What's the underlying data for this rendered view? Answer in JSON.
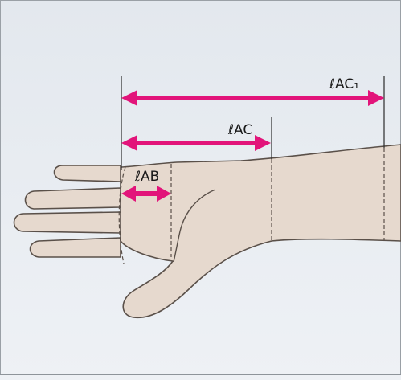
{
  "labels": {
    "lac1": "ℓAC₁",
    "lac": "ℓAC",
    "lab": "ℓAB"
  },
  "colors": {
    "background": "#e6ebf1",
    "skin": "#e6d9ce",
    "skin_outline": "#5a5049",
    "arrow": "#e2147a",
    "guide_line": "#2b2b2b",
    "dashed_line": "#5a5049",
    "frame": "#9aa0a6"
  }
}
